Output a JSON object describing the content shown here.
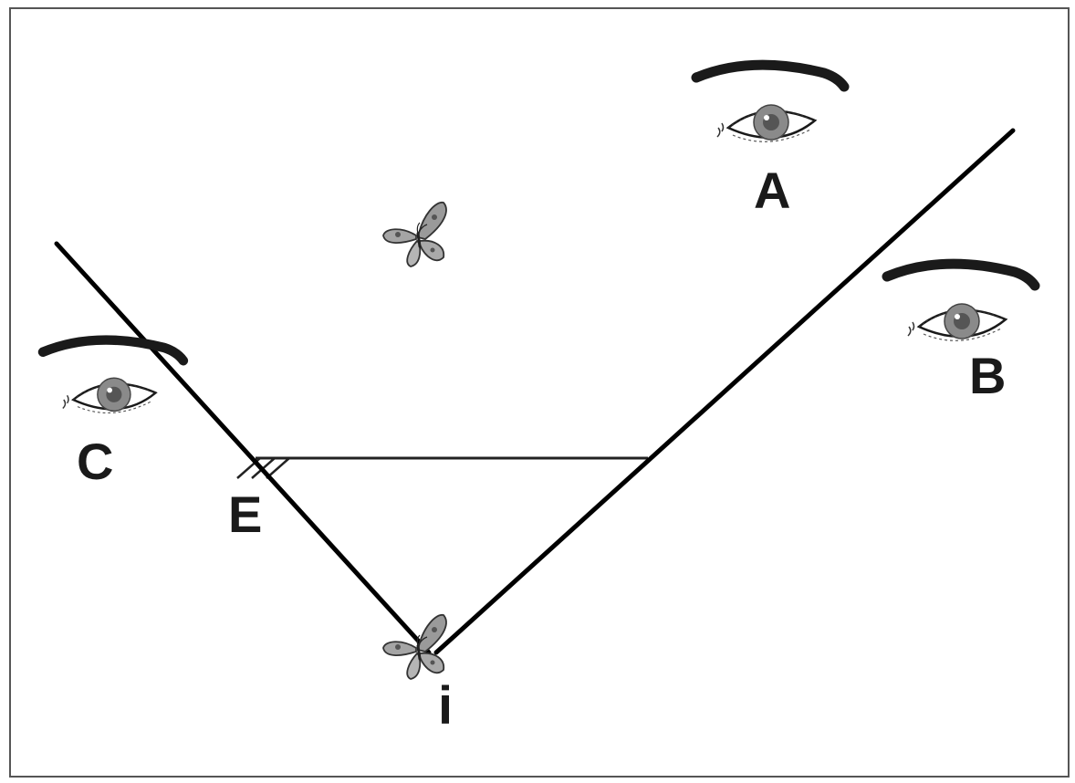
{
  "diagram": {
    "labels": {
      "A": "A",
      "B": "B",
      "C": "C",
      "E": "E",
      "i": "i"
    },
    "icons": {
      "eye": "eye-icon",
      "butterfly": "butterfly-icon"
    },
    "colors": {
      "line": "#000000",
      "iris": "#7a7a7a",
      "brow": "#1a1a1a",
      "frame": "#555555"
    }
  }
}
